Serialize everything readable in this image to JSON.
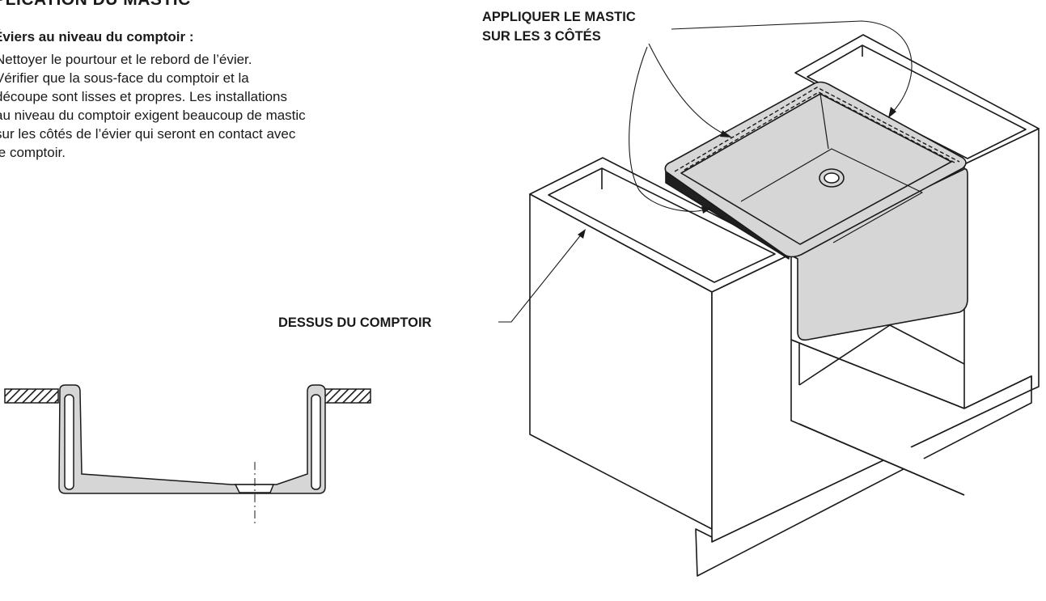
{
  "header": {
    "title": "APPLICATION DU MASTIC",
    "subtitle": "Éviers au niveau du comptoir :"
  },
  "instructions": [
    "Nettoyer le pourtour et le rebord de l’évier.",
    "Vérifier que la sous-face du comptoir et la",
    "découpe sont lisses et propres. Les installations",
    "au niveau du comptoir exigent beaucoup de mastic",
    "sur les côtés de l’évier qui seront en contact avec",
    "le comptoir."
  ],
  "callouts": {
    "mastic_line1": "APPLIQUER LE MASTIC",
    "mastic_line2": "SUR LES 3 CÔTÉS",
    "countertop": "DESSUS DU COMPTOIR"
  },
  "colors": {
    "line": "#1a1a1a",
    "sink_fill": "#d6d6d6",
    "background": "#ffffff"
  }
}
